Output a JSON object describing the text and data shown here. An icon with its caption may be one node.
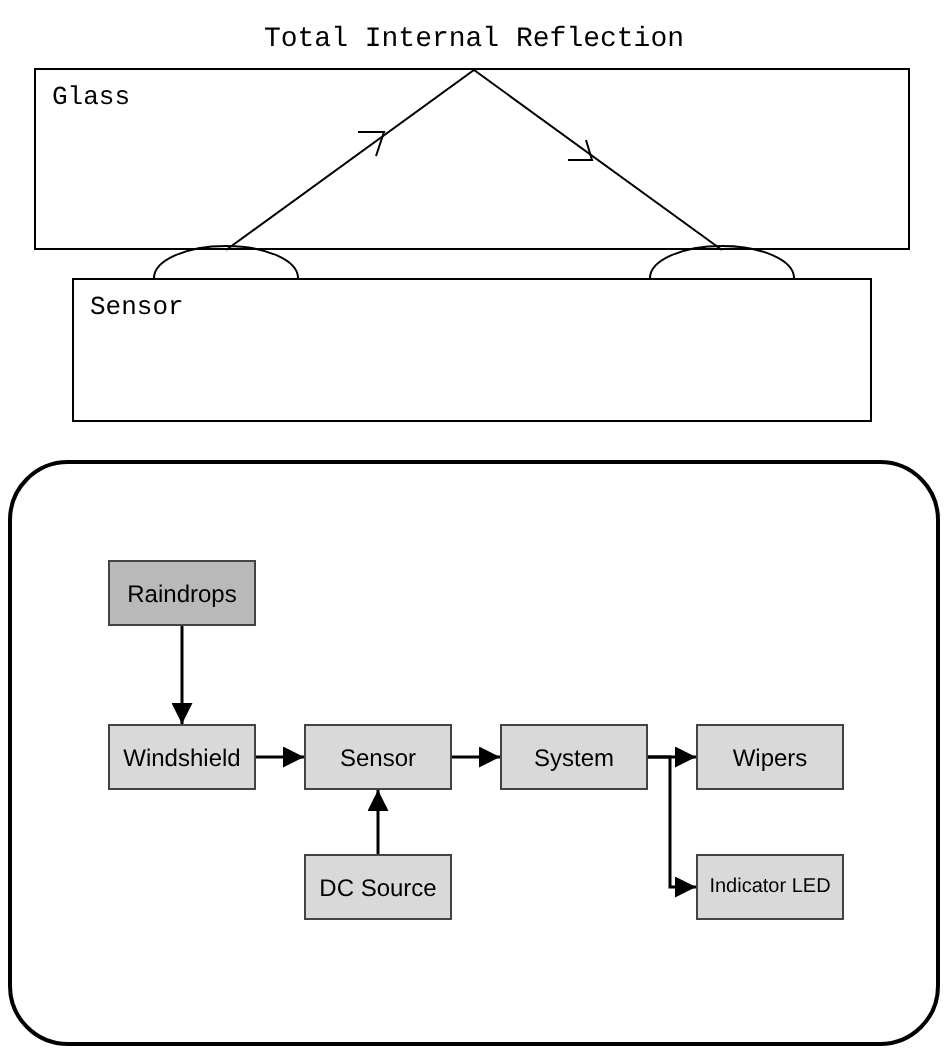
{
  "diagram": {
    "title": "Total Internal Reflection",
    "nodes": [
      {
        "text": [
          "Glass"
        ]
      },
      {
        "text": [
          "Sensor"
        ]
      },
      {
        "text": [],
        "shape": "box"
      },
      {
        "text": [
          "Raindrops"
        ],
        "in": 2
      },
      {
        "text": [
          "Windshield"
        ],
        "in": 2
      },
      {
        "text": [
          "Sensor"
        ],
        "in": 2
      },
      {
        "text": [
          "System"
        ],
        "in": 2
      },
      {
        "text": [
          "Wipers"
        ],
        "in": 2
      },
      {
        "text": [
          "DC Source"
        ],
        "in": 2
      },
      {
        "text": [
          "Indicator LED"
        ],
        "in": 2
      }
    ],
    "edges": [
      {
        "from": 3,
        "to": 4,
        "arrow": "to"
      },
      {
        "from": 4,
        "to": 5,
        "arrow": "to"
      },
      {
        "from": 5,
        "to": 6,
        "arrow": "to"
      },
      {
        "from": 6,
        "to": 7,
        "arrow": "to"
      },
      {
        "from": 6,
        "to": 9,
        "arrow": "to"
      },
      {
        "from": 8,
        "to": 5,
        "arrow": "to"
      }
    ]
  }
}
